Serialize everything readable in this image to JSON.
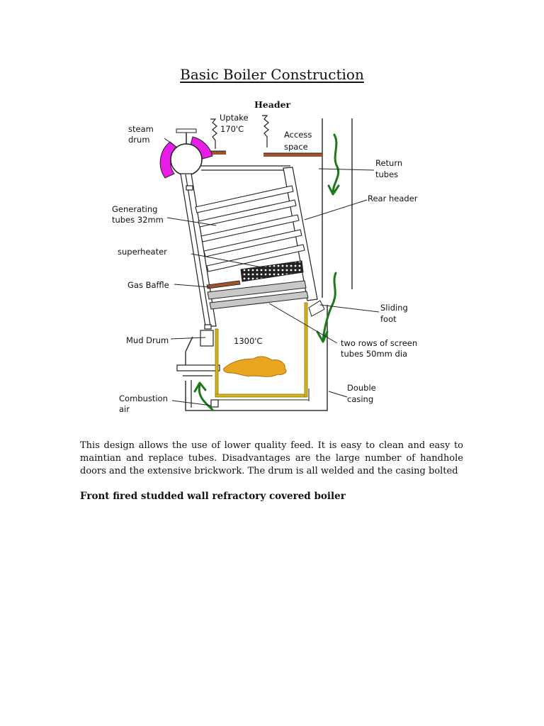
{
  "title": "Basic Boiler Construction",
  "diagram": {
    "labels": {
      "header": "Header",
      "uptake_line1": "Uptake",
      "uptake_line2": "170'C",
      "steam_drum_line1": "steam",
      "steam_drum_line2": "drum",
      "access_line1": "Access",
      "access_line2": "space",
      "return_line1": "Return",
      "return_line2": "tubes",
      "rear_header": "Rear header",
      "generating_line1": "Generating",
      "generating_line2": "tubes 32mm",
      "superheater": "superheater",
      "gas_baffle": "Gas Baffle",
      "sliding_line1": "Sliding",
      "sliding_line2": "foot",
      "mud_drum": "Mud Drum",
      "furnace_temp": "1300'C",
      "screen_line1": "two rows of screen",
      "screen_line2": "tubes 50mm dia",
      "double_line1": "Double",
      "double_line2": "casing",
      "combustion_line1": "Combustion",
      "combustion_line2": "air"
    },
    "colors": {
      "steam_drum_lagging": "#e81ee8",
      "refractory": "#a0522d",
      "flow_arrows": "#1a7a1a",
      "furnace_lining": "#d4b41a",
      "flame": "#e8a520",
      "superheater": "#222222",
      "baffle": "#a0522d"
    }
  },
  "paragraph": "This design allows the use of lower quality feed. It is easy to clean and easy to maintian and replace tubes. Disadvantages are the large number of handhole doors and the extensive brickwork. The drum is all welded and the casing bolted",
  "subheading": "Front fired studded wall refractory covered boiler"
}
